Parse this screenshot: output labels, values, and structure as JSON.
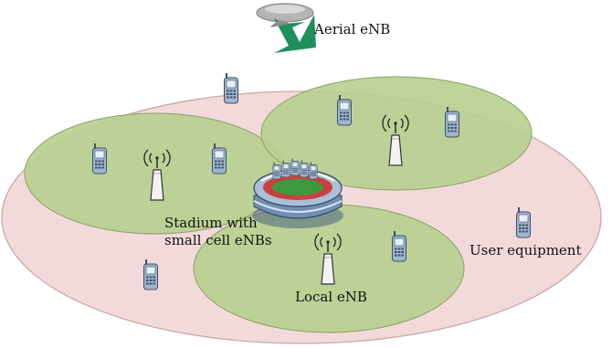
{
  "labels": {
    "aerial_enb": "Aerial eNB",
    "stadium_line1": "Stadium with",
    "stadium_line2": "small cell eNBs",
    "local_enb": "Local eNB",
    "user_equipment": "User equipment"
  },
  "colors": {
    "macro_cell_fill": "#f3dada",
    "macro_cell_stroke": "#c9a8a8",
    "small_cell_fill": "#b7cf8e",
    "small_cell_stroke": "#8aa065",
    "uav_body": "#a6a6a6",
    "uav_arrow": "#1f8f5e",
    "phone_body": "#9fb6cf",
    "tower_body": "#f2f2f2",
    "stadium_ring": "#6f8fb3"
  },
  "icons": {
    "aerial": "aerial-enb-icon",
    "tower": "antenna-tower-icon",
    "phone": "mobile-phone-icon",
    "stadium": "stadium-icon"
  }
}
